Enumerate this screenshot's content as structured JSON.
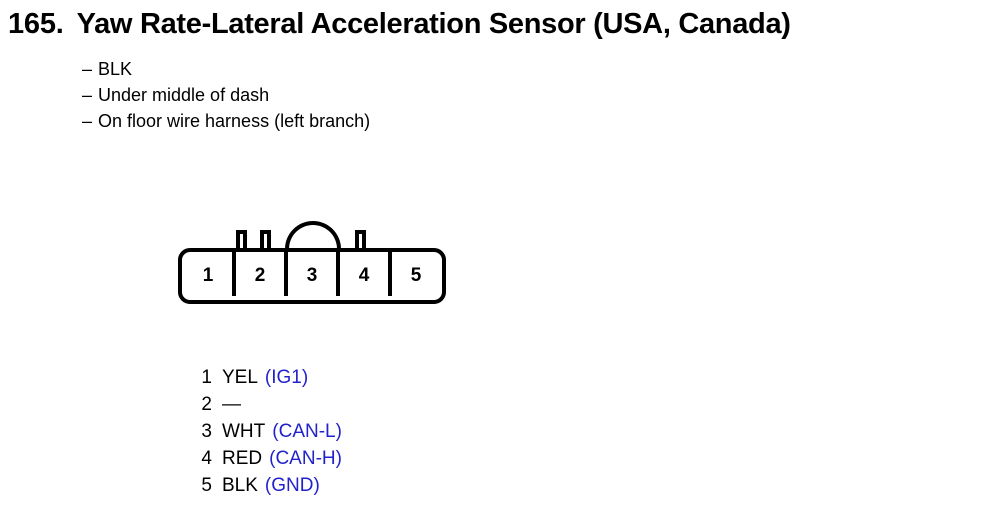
{
  "title": {
    "number": "165.",
    "text": "Yaw Rate-Lateral Acceleration Sensor (USA, Canada)"
  },
  "notes": {
    "dash": "–",
    "items": [
      "BLK",
      "Under middle of dash",
      "On floor wire harness (left branch)"
    ]
  },
  "connector": {
    "pin_labels": [
      "1",
      "2",
      "3",
      "4",
      "5"
    ],
    "tab_count": 3,
    "dome_over_pin": "3"
  },
  "legend": {
    "rows": [
      {
        "num": "1",
        "wire": "YEL",
        "signal": "(IG1)"
      },
      {
        "num": "2",
        "wire": "—",
        "signal": ""
      },
      {
        "num": "3",
        "wire": "WHT",
        "signal": "(CAN-L)"
      },
      {
        "num": "4",
        "wire": "RED",
        "signal": "(CAN-H)"
      },
      {
        "num": "5",
        "wire": "BLK",
        "signal": "(GND)"
      }
    ]
  },
  "colors": {
    "signal_blue": "#2222CC",
    "ink": "#000000",
    "background": "#FFFFFF"
  }
}
